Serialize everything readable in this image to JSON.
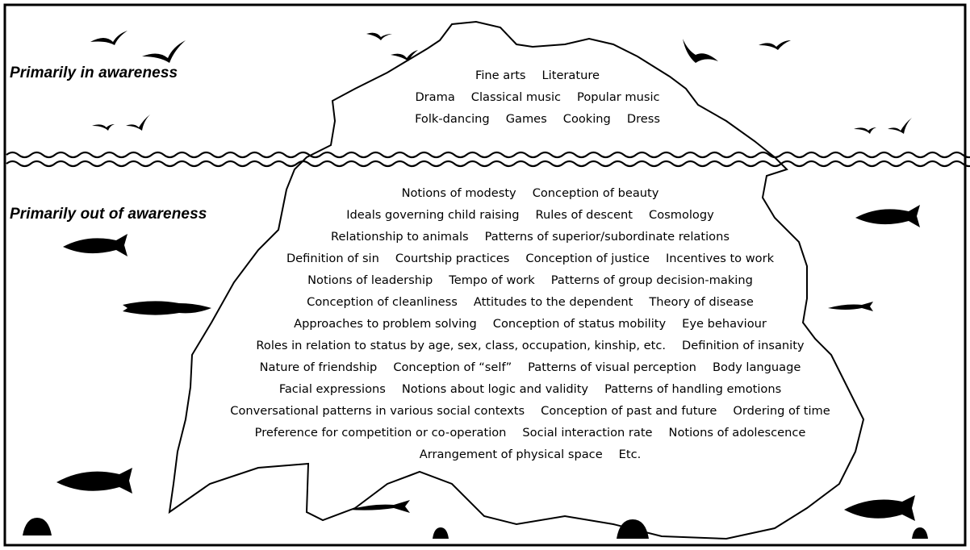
{
  "labels": {
    "above": "Primarily in awareness",
    "below": "Primarily out of awareness"
  },
  "above_rows": [
    [
      "Fine arts",
      "Literature"
    ],
    [
      "Drama",
      "Classical music",
      "Popular music"
    ],
    [
      "Folk-dancing",
      "Games",
      "Cooking",
      "Dress"
    ]
  ],
  "below_rows": [
    [
      "Notions of modesty",
      "Conception of beauty"
    ],
    [
      "Ideals governing child raising",
      "Rules of descent",
      "Cosmology"
    ],
    [
      "Relationship to animals",
      "Patterns of superior/subordinate relations"
    ],
    [
      "Definition of sin",
      "Courtship practices",
      "Conception of justice",
      "Incentives to work"
    ],
    [
      "Notions of leadership",
      "Tempo of work",
      "Patterns of group decision-making"
    ],
    [
      "Conception of cleanliness",
      "Attitudes to the dependent",
      "Theory of disease"
    ],
    [
      "Approaches to problem solving",
      "Conception of status mobility",
      "Eye behaviour"
    ],
    [
      "Roles in relation to status by age, sex, class, occupation, kinship, etc.",
      "Definition of insanity"
    ],
    [
      "Nature of friendship",
      "Conception of “self”",
      "Patterns of visual perception",
      "Body language"
    ],
    [
      "Facial expressions",
      "Notions about logic and validity",
      "Patterns of handling emotions"
    ],
    [
      "Conversational patterns in various social contexts",
      "Conception of past and future",
      "Ordering of time"
    ],
    [
      "Preference for competition or co-operation",
      "Social interaction rate",
      "Notions of adolescence"
    ],
    [
      "Arrangement of physical space",
      "Etc."
    ]
  ],
  "icons": [
    "bird-icon",
    "fish-icon",
    "shell-icon",
    "wave-icon"
  ]
}
